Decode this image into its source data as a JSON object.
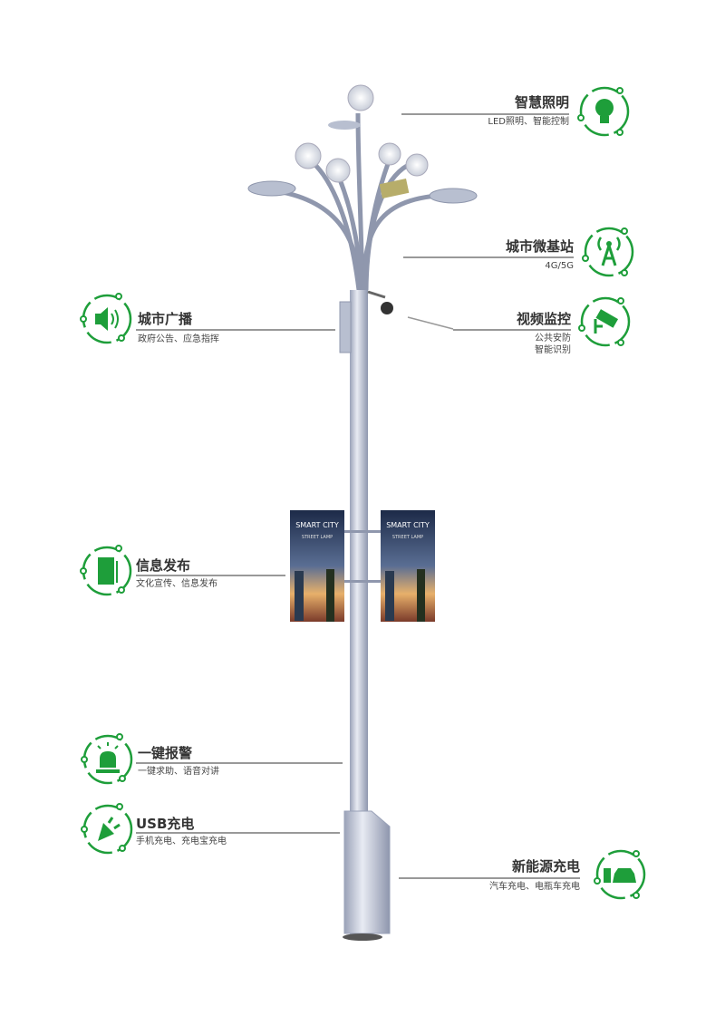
{
  "colors": {
    "accent": "#1e9e3a",
    "line": "#999999",
    "text": "#333333"
  },
  "features": {
    "lighting": {
      "title": "智慧照明",
      "sub": "LED照明、智能控制",
      "icon": "lightbulb-icon"
    },
    "base_station": {
      "title": "城市微基站",
      "sub": "4G/5G",
      "icon": "antenna-tower-icon"
    },
    "video": {
      "title": "视频监控",
      "sub1": "公共安防",
      "sub2": "智能识别",
      "icon": "cctv-camera-icon"
    },
    "broadcast": {
      "title": "城市广播",
      "sub": "政府公告、应急指挥",
      "icon": "speaker-icon"
    },
    "info": {
      "title": "信息发布",
      "sub": "文化宣传、信息发布",
      "icon": "led-screen-icon"
    },
    "alarm": {
      "title": "一键报警",
      "sub": "一键求助、语音对讲",
      "icon": "alarm-siren-icon"
    },
    "usb": {
      "title": "USB充电",
      "sub": "手机充电、充电宝充电",
      "icon": "usb-plug-icon"
    },
    "ev": {
      "title": "新能源充电",
      "sub": "汽车充电、电瓶车充电",
      "icon": "ev-charging-icon"
    }
  },
  "banner": {
    "title": "SMART CITY",
    "subtitle": "STREET LAMP"
  }
}
